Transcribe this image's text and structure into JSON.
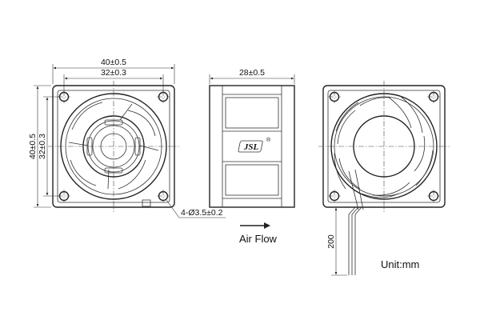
{
  "front_view": {
    "width_outer_label": "40±0.5",
    "width_hole_label": "32±0.3",
    "height_outer_label": "40±0.5",
    "height_hole_label": "32±0.3",
    "mounting_hole_label": "4-Ø3.5±0.2"
  },
  "side_view": {
    "depth_label": "28±0.5",
    "logo_text": "JSL",
    "registered_mark": "®"
  },
  "airflow": {
    "label": "Air Flow"
  },
  "rear_view": {
    "cable_length_label": "200"
  },
  "unit_label": "Unit:mm"
}
